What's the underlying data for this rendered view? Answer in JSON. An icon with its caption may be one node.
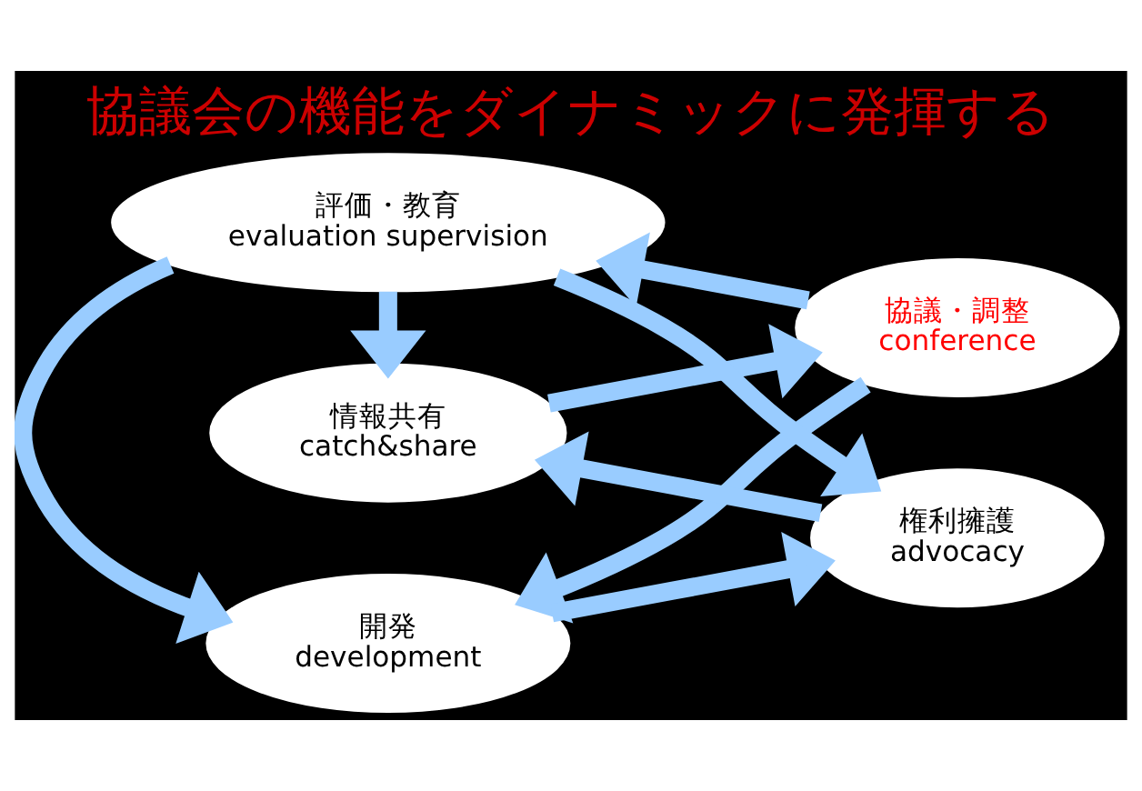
{
  "diagram": {
    "title": "協議会の機能をダイナミックに発揮する",
    "nodes": [
      {
        "text": [
          "情報共有",
          "catch&share"
        ]
      },
      {
        "text": [
          "協議・調整",
          "conference"
        ]
      },
      {
        "text": [
          "評価・教育",
          "evaluation supervision"
        ]
      },
      {
        "text": [
          "権利擁護",
          "advocacy"
        ]
      },
      {
        "text": [
          "開発",
          "development"
        ]
      }
    ],
    "edges": [
      {
        "from": 0,
        "to": 1,
        "arrow": "to"
      },
      {
        "from": 3,
        "to": 0,
        "arrow": "to"
      },
      {
        "from": 2,
        "to": 0,
        "arrow": "to"
      },
      {
        "from": 1,
        "to": 2,
        "arrow": "to"
      },
      {
        "from": 2,
        "to": 3,
        "arrow": "to"
      },
      {
        "from": 2,
        "to": 4,
        "arrow": "to"
      },
      {
        "from": 1,
        "to": 4,
        "arrow": "to"
      },
      {
        "from": 4,
        "to": 3,
        "arrow": "to"
      }
    ]
  }
}
